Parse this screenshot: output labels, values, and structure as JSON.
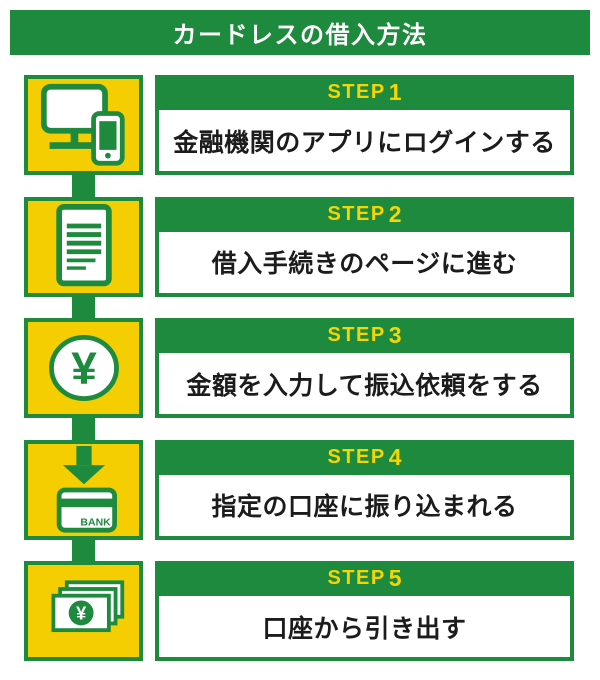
{
  "title": "カードレスの借入方法",
  "colors": {
    "green": "#1e8a3e",
    "yellow": "#f5ce00",
    "step_label_yellow": "#f7d500",
    "description_text": "#1c1c1c",
    "background": "#ffffff"
  },
  "icon_texts": {
    "yen": "¥",
    "bank": "BANK"
  },
  "steps": [
    {
      "label": "STEP",
      "number": "1",
      "description": "金融機関のアプリにログインする",
      "icon": "monitor-smartphone-icon"
    },
    {
      "label": "STEP",
      "number": "2",
      "description": "借入手続きのページに進む",
      "icon": "document-icon"
    },
    {
      "label": "STEP",
      "number": "3",
      "description": "金額を入力して振込依頼をする",
      "icon": "yen-circle-icon"
    },
    {
      "label": "STEP",
      "number": "4",
      "description": "指定の口座に振り込まれる",
      "icon": "arrow-bank-card-icon"
    },
    {
      "label": "STEP",
      "number": "5",
      "description": "口座から引き出す",
      "icon": "banknotes-icon"
    }
  ]
}
